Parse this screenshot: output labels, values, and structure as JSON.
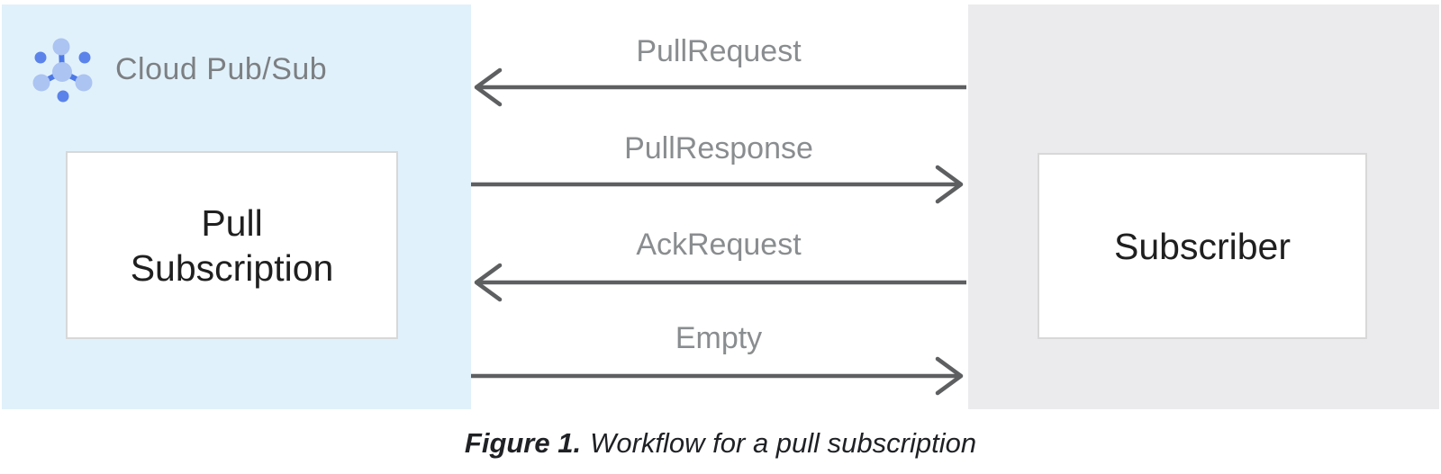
{
  "figure": {
    "caption_prefix": "Figure 1.",
    "caption_text": "Workflow for a pull subscription"
  },
  "pubsub_panel": {
    "title": "Cloud Pub/Sub",
    "icon": "cloud-pubsub-icon",
    "box_label": "Pull\nSubscription"
  },
  "subscriber_panel": {
    "box_label": "Subscriber"
  },
  "arrows": [
    {
      "label": "PullRequest",
      "direction": "left"
    },
    {
      "label": "PullResponse",
      "direction": "right"
    },
    {
      "label": "AckRequest",
      "direction": "left"
    },
    {
      "label": "Empty",
      "direction": "right"
    }
  ],
  "colors": {
    "pubsub-panel-bg": "#e1f1fb",
    "subscriber-panel-bg": "#ebebed",
    "node-box-bg": "#ffffff",
    "node-box-border": "#d8d8d8",
    "node-text": "#1f1f1f",
    "arrow-stroke": "#5d5f61",
    "arrow-label": "#8a8d8f",
    "panel-title": "#7d8083",
    "caption-text": "#1f2124",
    "icon-blue-light": "#abc4f2",
    "icon-blue-line": "#4d79e8",
    "icon-blue-dot": "#5b83ea"
  }
}
